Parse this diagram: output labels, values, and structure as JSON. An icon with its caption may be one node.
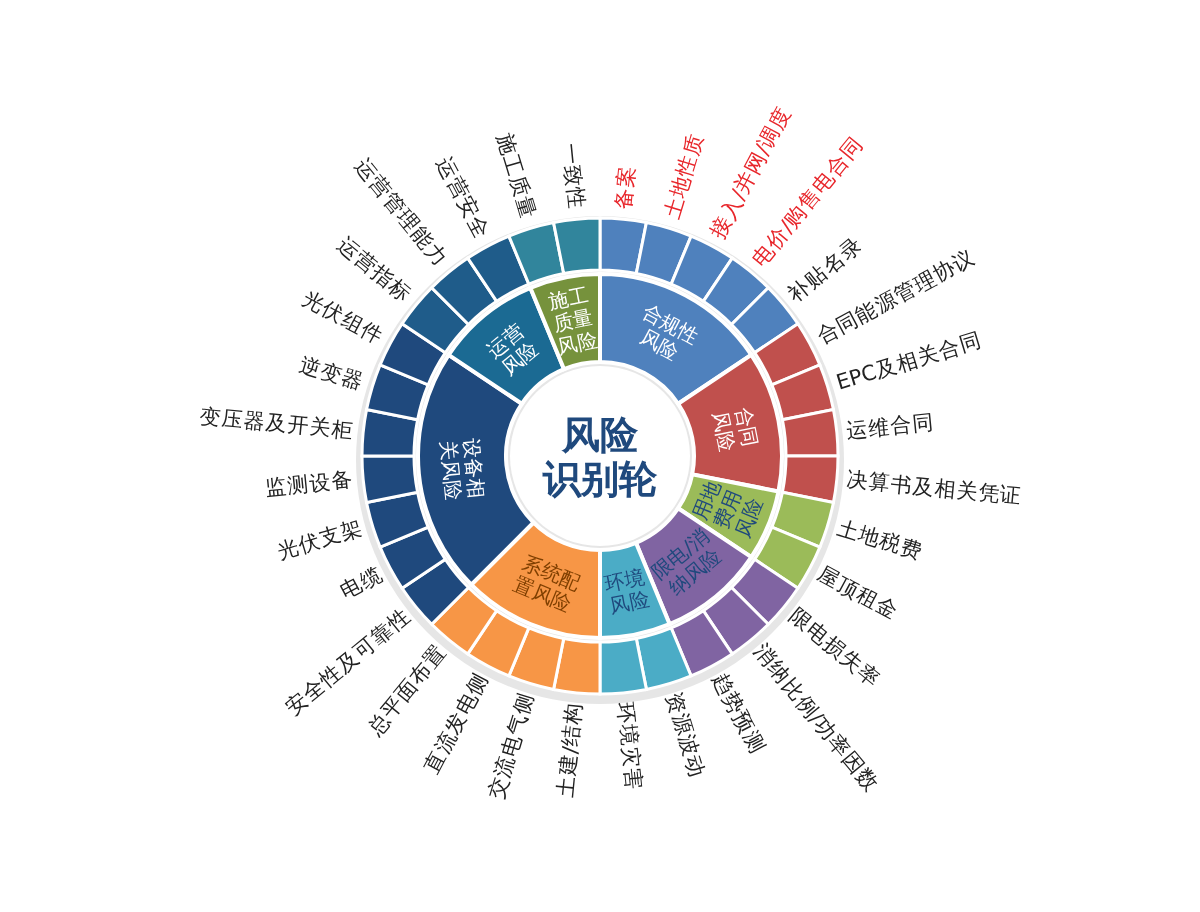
{
  "diagram": {
    "nodes": [
      {
        "text": [
          "风险识别轮"
        ]
      },
      {
        "text": [
          "合规性风险"
        ]
      },
      {
        "text": [
          "备案"
        ]
      },
      {
        "text": [
          "土地性质"
        ]
      },
      {
        "text": [
          "接入/并网/调度"
        ]
      },
      {
        "text": [
          "电价/购售电合同"
        ]
      },
      {
        "text": [
          "补贴名录"
        ]
      },
      {
        "text": [
          "合同风险"
        ]
      },
      {
        "text": [
          "合同能源管理协议"
        ]
      },
      {
        "text": [
          "EPC及相关合同"
        ]
      },
      {
        "text": [
          "运维合同"
        ]
      },
      {
        "text": [
          "决算书及相关凭证"
        ]
      },
      {
        "text": [
          "用地费用风险"
        ]
      },
      {
        "text": [
          "土地税费"
        ]
      },
      {
        "text": [
          "屋顶租金"
        ]
      },
      {
        "text": [
          "限电/消纳风险"
        ]
      },
      {
        "text": [
          "限电损失率"
        ]
      },
      {
        "text": [
          "消纳比例/功率因数"
        ]
      },
      {
        "text": [
          "趋势预测"
        ]
      },
      {
        "text": [
          "环境风险"
        ]
      },
      {
        "text": [
          "资源波动"
        ]
      },
      {
        "text": [
          "环境灾害"
        ]
      },
      {
        "text": [
          "系统配置风险"
        ]
      },
      {
        "text": [
          "土建/结构"
        ]
      },
      {
        "text": [
          "交流电气侧"
        ]
      },
      {
        "text": [
          "直流发电侧"
        ]
      },
      {
        "text": [
          "总平面布置"
        ]
      },
      {
        "text": [
          "设备相关风险"
        ]
      },
      {
        "text": [
          "安全性及可靠性"
        ]
      },
      {
        "text": [
          "电缆"
        ]
      },
      {
        "text": [
          "光伏支架"
        ]
      },
      {
        "text": [
          "监测设备"
        ]
      },
      {
        "text": [
          "变压器及开关柜"
        ]
      },
      {
        "text": [
          "逆变器"
        ]
      },
      {
        "text": [
          "光伏组件"
        ]
      },
      {
        "text": [
          "运营风险"
        ]
      },
      {
        "text": [
          "运营指标"
        ]
      },
      {
        "text": [
          "运营管理能力"
        ]
      },
      {
        "text": [
          "运营安全"
        ]
      },
      {
        "text": [
          "施工质量风险"
        ]
      },
      {
        "text": [
          "施工质量"
        ]
      },
      {
        "text": [
          "一致性"
        ]
      }
    ]
  }
}
